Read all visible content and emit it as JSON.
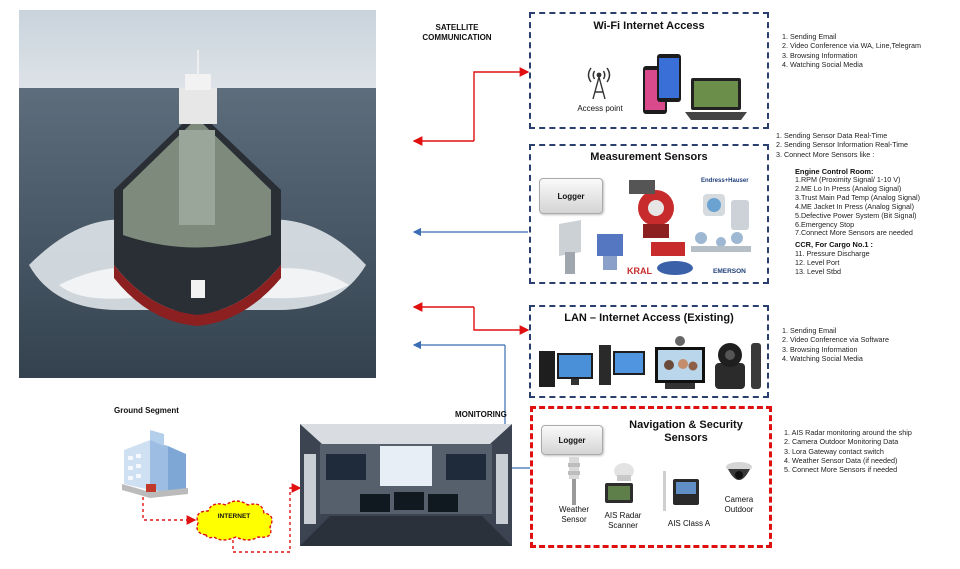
{
  "satellite_label": [
    "SATELLITE",
    "COMMUNICATION"
  ],
  "ground_label": "Ground Segment",
  "monitoring_label": "MONITORING",
  "internet_label": "INTERNET",
  "wifi": {
    "title": "Wi-Fi Internet Access",
    "access_point_label": "Access point",
    "items": [
      "1.  Sending Email",
      "2.  Video Conference via WA, Line,Telegram",
      "3.  Browsing Information",
      "4.  Watching  Social Media"
    ]
  },
  "measurement": {
    "title": "Measurement Sensors",
    "logger_label": "Logger",
    "items": [
      "1.  Sending Sensor Data Real-Time",
      "2.  Sending Sensor Information Real-Time",
      "3.  Connect More Sensors like :"
    ],
    "engine_heading": "Engine Control Room:",
    "engine_items": [
      "1.RPM (Proximity Signal/ 1-10 V)",
      "2.ME Lo In Press (Analog Signal)",
      "3.Trust Main Pad Temp (Analog Signal)",
      "4.ME Jacket In Press (Analog Signal)",
      "5.Defective Power System (Bit Signal)",
      "6.Emergency Stop",
      "7.Connect More Sensors are needed"
    ],
    "cargo_heading": "CCR, For Cargo No.1 :",
    "cargo_items": [
      "11. Pressure Discharge",
      "12. Level Port",
      "13. Level Stbd"
    ],
    "brand_kral": "KRAL",
    "brand_eh": "Endress+Hauser",
    "brand_emerson": "EMERSON"
  },
  "lan": {
    "title": "LAN – Internet Access (Existing)",
    "items": [
      "1.  Sending Email",
      "2.  Video Conference via Software",
      "3.  Browsing Information",
      "4.  Watching  Social Media"
    ]
  },
  "nav": {
    "title": "Navigation & Security Sensors",
    "logger_label": "Logger",
    "items": [
      "1.  AIS Radar monitoring around the ship",
      "2.  Camera Outdoor Monitoring Data",
      "3.  Lora Gateway contact switch",
      "4.  Weather Sensor Data  (if needed)",
      "5.  Connect More Sensors if needed"
    ],
    "device_labels": [
      "Weather Sensor",
      "AIS Radar Scanner",
      "AIS Class A",
      "Camera Outdoor"
    ]
  },
  "colors": {
    "panel_border_blue": "#2a3f6e",
    "panel_border_red": "#e01010",
    "arrow_red": "#e01010",
    "arrow_blue": "#3a6db5",
    "cloud_fill": "#ffff00"
  }
}
